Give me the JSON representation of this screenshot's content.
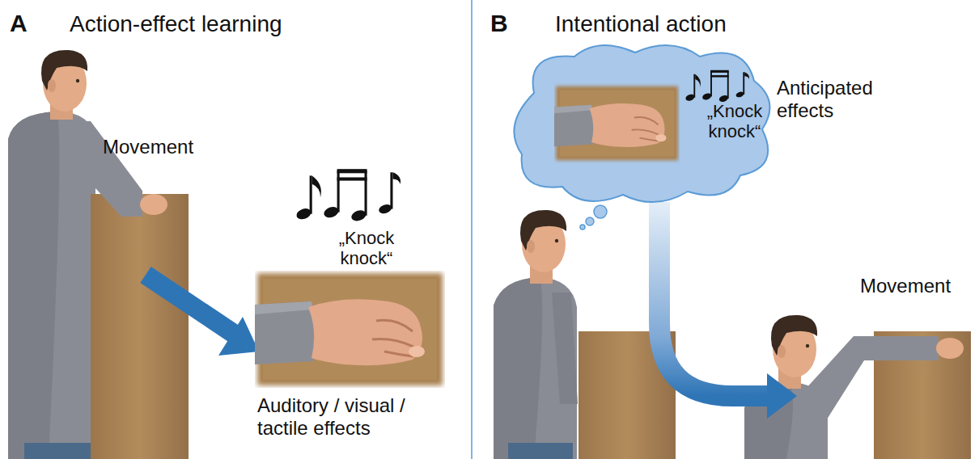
{
  "diagram": {
    "nodes": [
      {
        "text": [
          "„Knock knock“",
          "Anticipated effects"
        ]
      }
    ],
    "labels": [
      "A",
      "Action-effect learning",
      "B",
      "Intentional action",
      "Movement",
      "„Knock knock“",
      "Auditory / visual / tactile effects",
      "Movement"
    ]
  }
}
